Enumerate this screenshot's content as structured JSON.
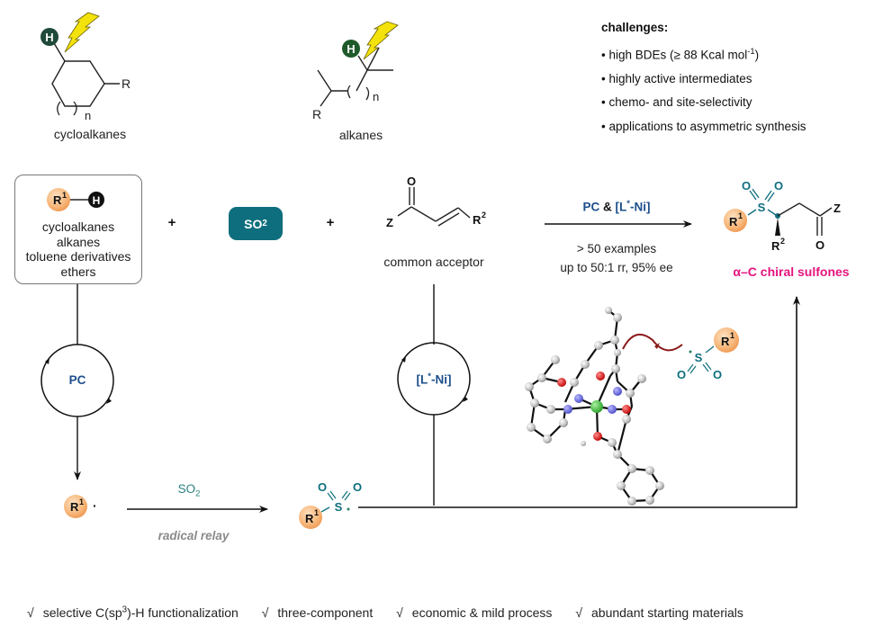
{
  "top_section": {
    "cycloalkanes_label": "cycloalkanes",
    "alkanes_label": "alkanes",
    "r_label": "R",
    "n_label": "n",
    "h_atom": "H",
    "lightning_icon": "lightning-bolt",
    "challenges": {
      "title": "challenges:",
      "items": [
        {
          "text": "• high BDEs (≥ 88 Kcal mol",
          "sup": "-1",
          "tail": ")"
        },
        {
          "text": "• highly active intermediates"
        },
        {
          "text": "• chemo- and site-selectivity"
        },
        {
          "text": "• applications to asymmetric synthesis"
        }
      ]
    }
  },
  "reaction": {
    "substrate": {
      "r_group": "R",
      "r_sup": "1",
      "h_atom": "H",
      "classes": [
        "cycloalkanes",
        "alkanes",
        "toluene derivatives",
        "ethers"
      ]
    },
    "plus": "+",
    "so2": {
      "main": "SO",
      "sub": "2"
    },
    "acceptor": {
      "label": "common acceptor",
      "o": "O",
      "z": "Z",
      "r2": "R",
      "r2_sup": "2"
    },
    "conditions": {
      "catalysts": "PC & [L*-Ni]",
      "pc": "PC",
      "amp": "&",
      "ni": "[L",
      "ni_sup": "*",
      "ni_tail": "-Ni]",
      "scope": "> 50 examples",
      "selectivity": "up to 50:1 rr, 95% ee"
    },
    "product": {
      "label": "α–C chiral sulfones",
      "r1": "R",
      "r1_sup": "1",
      "r2": "R",
      "r2_sup": "2",
      "s": "S",
      "o": "O",
      "z": "Z"
    }
  },
  "mechanism": {
    "pc_cycle": "PC",
    "ni_cycle": {
      "main": "[L",
      "sup": "*",
      "tail": "-Ni]"
    },
    "radical": {
      "r": "R",
      "sup": "1",
      "dot": "·"
    },
    "so2_reagent": {
      "main": "SO",
      "sub": "2"
    },
    "relay_label": "radical relay",
    "sulfonyl_radical": {
      "r": "R",
      "sup": "1",
      "s": "S",
      "o": "O"
    }
  },
  "features": [
    {
      "check": "√",
      "text": "selective C(sp",
      "sup": "3",
      "tail": ")-H functionalization"
    },
    {
      "check": "√",
      "text": "three-component"
    },
    {
      "check": "√",
      "text": "economic & mild process"
    },
    {
      "check": "√",
      "text": "abundant starting materials"
    }
  ],
  "colors": {
    "teal": "#0e6e7e",
    "navy": "#1e4f8c",
    "magenta": "#e4157f",
    "orange_ball": "#f7b77a",
    "dark_green_h": "#1f4a3a",
    "lightning": "#f3e20c",
    "arrow_red": "#8b1a1a"
  }
}
